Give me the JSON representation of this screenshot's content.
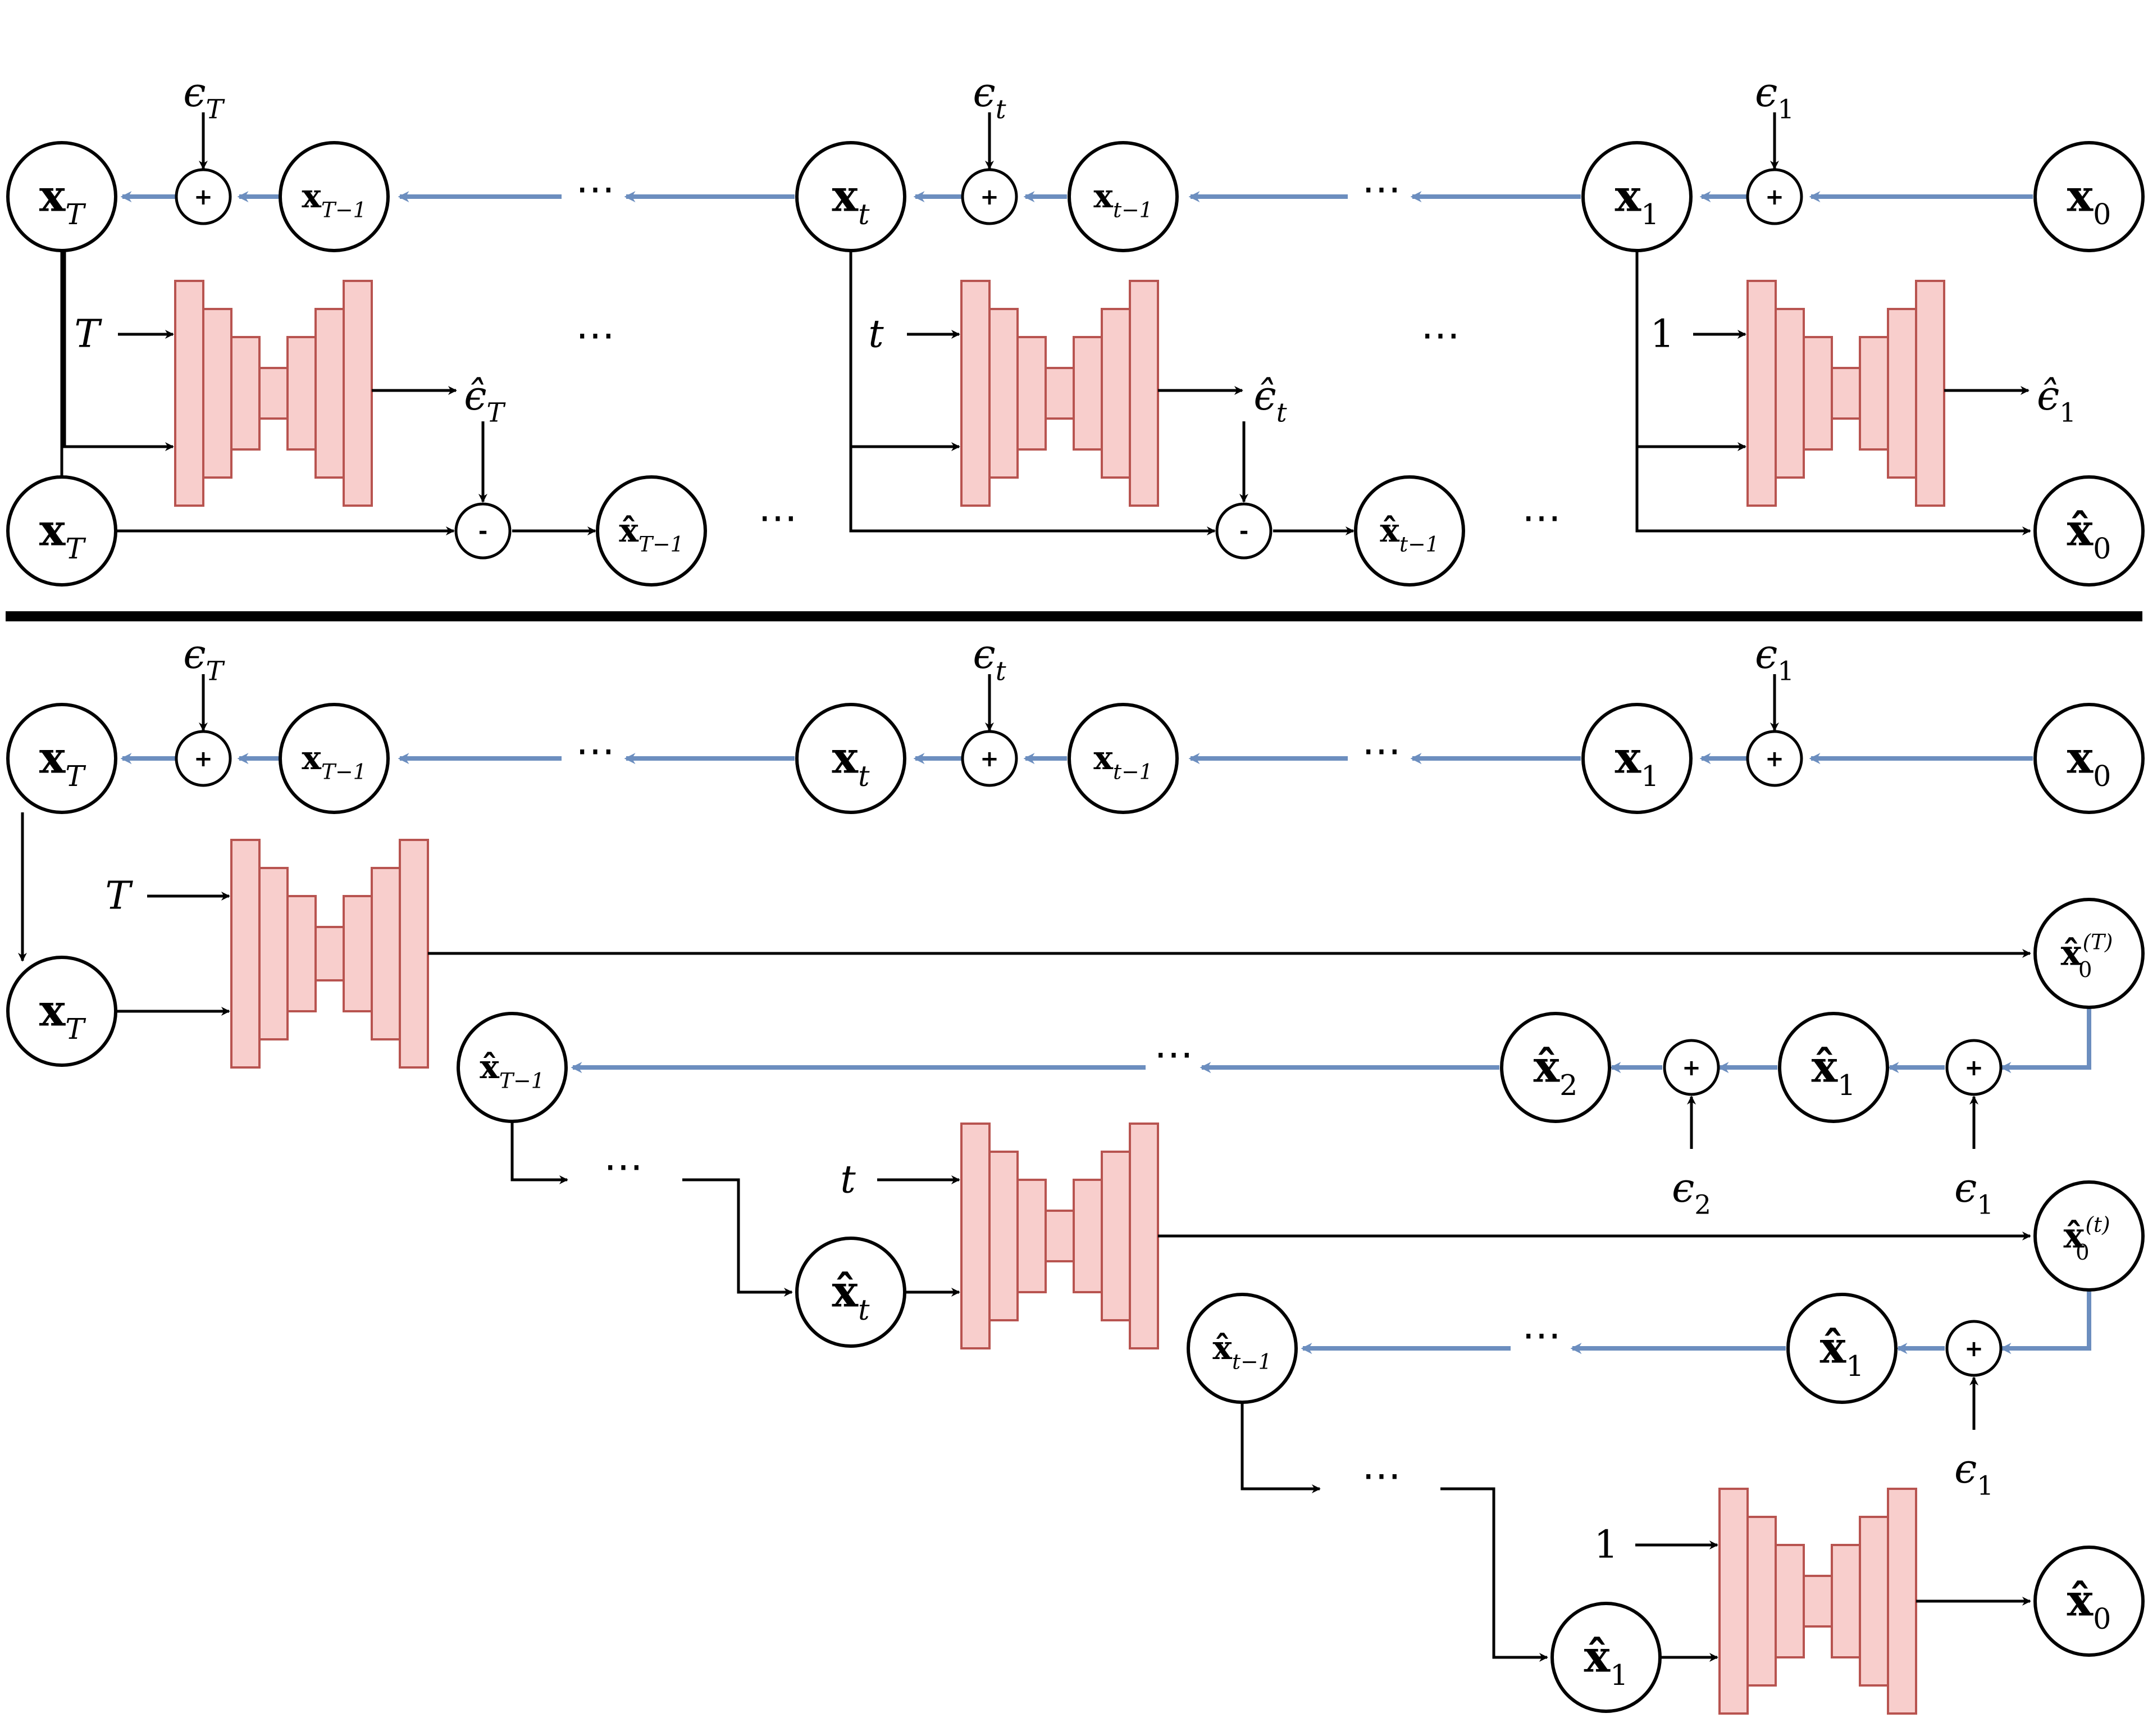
{
  "colors": {
    "forward_arrow": "#6c8ebf",
    "unet_fill": "#f8cecc",
    "unet_stroke": "#b85450",
    "line": "#000000",
    "background": "#ffffff"
  },
  "top_panel": {
    "forward_chain": [
      {
        "bold": "x",
        "sub": "T"
      },
      {
        "bold": "x",
        "sub": "T−1"
      },
      {
        "bold": "x",
        "sub": "t"
      },
      {
        "bold": "x",
        "sub": "t−1"
      },
      {
        "bold": "x",
        "sub": "1"
      },
      {
        "bold": "x",
        "sub": "0"
      }
    ],
    "noise_inputs": [
      {
        "sym": "ϵ",
        "sub": "T"
      },
      {
        "sym": "ϵ",
        "sub": "t"
      },
      {
        "sym": "ϵ",
        "sub": "1"
      }
    ],
    "add_op": "+",
    "subtract_op": "-",
    "timestep_inputs": [
      "T",
      "t",
      "1"
    ],
    "predicted_noise": [
      {
        "sym": "ϵ̂",
        "sub": "T"
      },
      {
        "sym": "ϵ̂",
        "sub": "t"
      },
      {
        "sym": "ϵ̂",
        "sub": "1"
      }
    ],
    "denoise_inputs": [
      {
        "bold": "x",
        "sub": "T"
      }
    ],
    "denoise_outputs": [
      {
        "bold": "x̂",
        "sub": "T−1"
      },
      {
        "bold": "x̂",
        "sub": "t−1"
      },
      {
        "bold": "x̂",
        "sub": "0"
      }
    ],
    "ellipsis": "⋯"
  },
  "bottom_panel": {
    "forward_chain": [
      {
        "bold": "x",
        "sub": "T"
      },
      {
        "bold": "x",
        "sub": "T−1"
      },
      {
        "bold": "x",
        "sub": "t"
      },
      {
        "bold": "x",
        "sub": "t−1"
      },
      {
        "bold": "x",
        "sub": "1"
      },
      {
        "bold": "x",
        "sub": "0"
      }
    ],
    "noise_inputs": [
      {
        "sym": "ϵ",
        "sub": "T"
      },
      {
        "sym": "ϵ",
        "sub": "t"
      },
      {
        "sym": "ϵ",
        "sub": "1"
      }
    ],
    "timestep_inputs": [
      "T",
      "t",
      "1"
    ],
    "start_node": {
      "bold": "x",
      "sub": "T"
    },
    "x0_predictions": [
      {
        "bold": "x̂",
        "sub": "0",
        "sup": "(T)"
      },
      {
        "bold": "x̂",
        "sub": "0",
        "sup": "(t)"
      }
    ],
    "renoise_chain_1": [
      {
        "bold": "x̂",
        "sub": "T−1"
      },
      {
        "bold": "x̂",
        "sub": "2"
      },
      {
        "bold": "x̂",
        "sub": "1"
      }
    ],
    "renoise_noise_1": [
      {
        "sym": "ϵ",
        "sub": "2"
      },
      {
        "sym": "ϵ",
        "sub": "1"
      }
    ],
    "step_node_t": {
      "bold": "x̂",
      "sub": "t"
    },
    "renoise_chain_2": [
      {
        "bold": "x̂",
        "sub": "t−1"
      },
      {
        "bold": "x̂",
        "sub": "1"
      }
    ],
    "renoise_noise_2": [
      {
        "sym": "ϵ",
        "sub": "1"
      }
    ],
    "final_input": {
      "bold": "x̂",
      "sub": "1"
    },
    "final_output": {
      "bold": "x̂",
      "sub": "0"
    },
    "add_op": "+",
    "ellipsis": "⋯"
  }
}
